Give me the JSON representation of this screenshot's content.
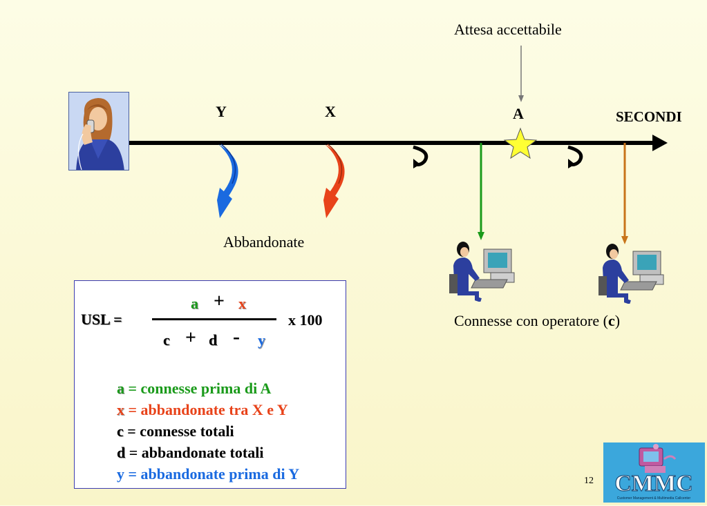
{
  "timeline": {
    "axis_label": "SECONDI",
    "marker_y": "Y",
    "marker_x": "X",
    "marker_a": "A",
    "acceptable_wait_label": "Attesa accettabile",
    "abandoned_label": "Abbandonate",
    "connected_label_prefix": "Connesse con operatore (",
    "connected_label_var": "c",
    "connected_label_suffix": ")"
  },
  "formula": {
    "lhs": "USL =",
    "num_a": "a",
    "plus": "+",
    "num_x": "x",
    "den_c": "c",
    "den_d": "d",
    "minus": "-",
    "den_y": "y",
    "multiplier": "x 100"
  },
  "legend": [
    {
      "var": "a",
      "text": " = connesse prima di A",
      "color": "#1a9a1a"
    },
    {
      "var": "x",
      "text": " = abbandonate tra X e Y",
      "color": "#e8431a"
    },
    {
      "var": "c",
      "text": " = connesse totali",
      "color": "#000000"
    },
    {
      "var": "d",
      "text": " = abbandonate totali",
      "color": "#000000"
    },
    {
      "var": "y",
      "text": " = abbandonate prima di Y",
      "color": "#1a6ae0"
    }
  ],
  "colors": {
    "green": "#1a9a1a",
    "red": "#e8431a",
    "blue": "#1a6ae0",
    "orange": "#c8741a",
    "star": "#ffff33"
  },
  "logo_text": "CMMC",
  "logo_subtitle": "Customer Management & Multimedia Callcenter",
  "page_number": "12"
}
